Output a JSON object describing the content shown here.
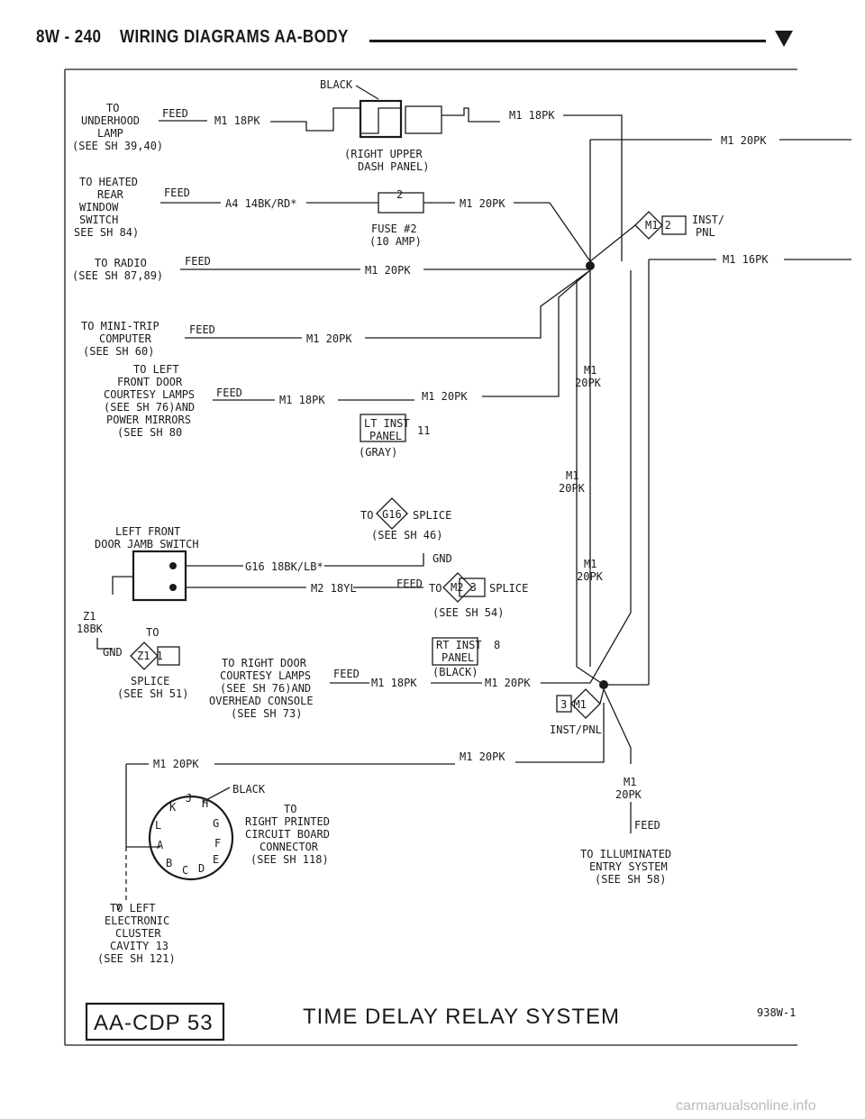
{
  "header": {
    "page": "8W - 240",
    "title": "WIRING DIAGRAMS AA-BODY"
  },
  "labels": {
    "black_top": "BLACK",
    "under_to": "TO",
    "under_1": "UNDERHOOD",
    "under_2": "LAMP",
    "under_3": "(SEE SH 39,40)",
    "feed": "FEED",
    "m1_18pk": "M1 18PK",
    "m1_20pk": "M1 20PK",
    "m1_16pk": "M1 16PK",
    "right_upper_1": "(RIGHT UPPER",
    "right_upper_2": "DASH PANEL)",
    "heated_1": "TO HEATED",
    "heated_2": "REAR",
    "heated_3": "WINDOW",
    "heated_4": "SWITCH",
    "heated_5": "SEE SH 84)",
    "a4_wire": "A4 14BK/RD*",
    "fuse_1": "FUSE #2",
    "fuse_2": "(10 AMP)",
    "fuse_num": "2",
    "inst_1": "INST/",
    "inst_2": "PNL",
    "inst_conn": "M1 2",
    "radio_1": "TO RADIO",
    "radio_2": "(SEE SH 87,89)",
    "mini_1": "TO MINI-TRIP",
    "mini_2": "COMPUTER",
    "mini_3": "(SEE SH 60)",
    "ld_1": "TO LEFT",
    "ld_2": "FRONT DOOR",
    "ld_3": "COURTESY LAMPS",
    "ld_4": "(SEE SH 76)AND",
    "ld_5": "POWER MIRRORS",
    "ld_6": "(SEE SH 80",
    "m1": "M1",
    "20pk": "20PK",
    "lt_inst_1": "LT INST",
    "lt_inst_2": "PANEL",
    "lt_inst_pin": "11",
    "gray": "(GRAY)",
    "g16_to": "TO",
    "g16": "G16",
    "splice": "SPLICE",
    "see46": "(SEE SH 46)",
    "ldj_1": "LEFT FRONT",
    "ldj_2": "DOOR JAMB SWITCH",
    "gnd": "GND",
    "g16_wire": "G16 18BK/LB*",
    "m2_wire": "M2 18YL",
    "m2_conn": "M2 3",
    "see54": "(SEE SH 54)",
    "z1_1": "Z1",
    "z1_2": "18BK",
    "to_z1": "TO",
    "z1_conn": "Z1 1",
    "z1_splice_1": "SPLICE",
    "z1_splice_2": "(SEE SH 51)",
    "rd_1": "TO RIGHT DOOR",
    "rd_2": "COURTESY LAMPS",
    "rd_3": "(SEE SH 76)AND",
    "rd_4": "OVERHEAD CONSOLE",
    "rd_5": "(SEE SH 73)",
    "rt_inst_1": "RT INST",
    "rt_inst_2": "PANEL",
    "rt_inst_pin": "8",
    "black_rt": "(BLACK)",
    "inst_pnl": "INST/PNL",
    "conn3": "3 M1",
    "black_conn": "BLACK",
    "pcb_1": "TO",
    "pcb_2": "RIGHT PRINTED",
    "pcb_3": "CIRCUIT BOARD",
    "pcb_4": "CONNECTOR",
    "pcb_5": "(SEE SH 118)",
    "pin_k": "K",
    "pin_j": "J",
    "pin_h": "H",
    "pin_l": "L",
    "pin_g": "G",
    "pin_a": "A",
    "pin_f": "F",
    "pin_b": "B",
    "pin_c": "C",
    "pin_d": "D",
    "pin_e": "E",
    "ill_1": "TO ILLUMINATED",
    "ill_2": "ENTRY SYSTEM",
    "ill_3": "(SEE SH 58)",
    "lc_1": "TO LEFT",
    "lc_2": "ELECTRONIC",
    "lc_3": "CLUSTER",
    "lc_4": "CAVITY 13",
    "lc_5": "(SEE SH 121)"
  },
  "footer": {
    "code": "AA-CDP 53",
    "title": "TIME DELAY RELAY SYSTEM",
    "ref": "938W-1",
    "watermark": "carmanualsonline.info"
  }
}
